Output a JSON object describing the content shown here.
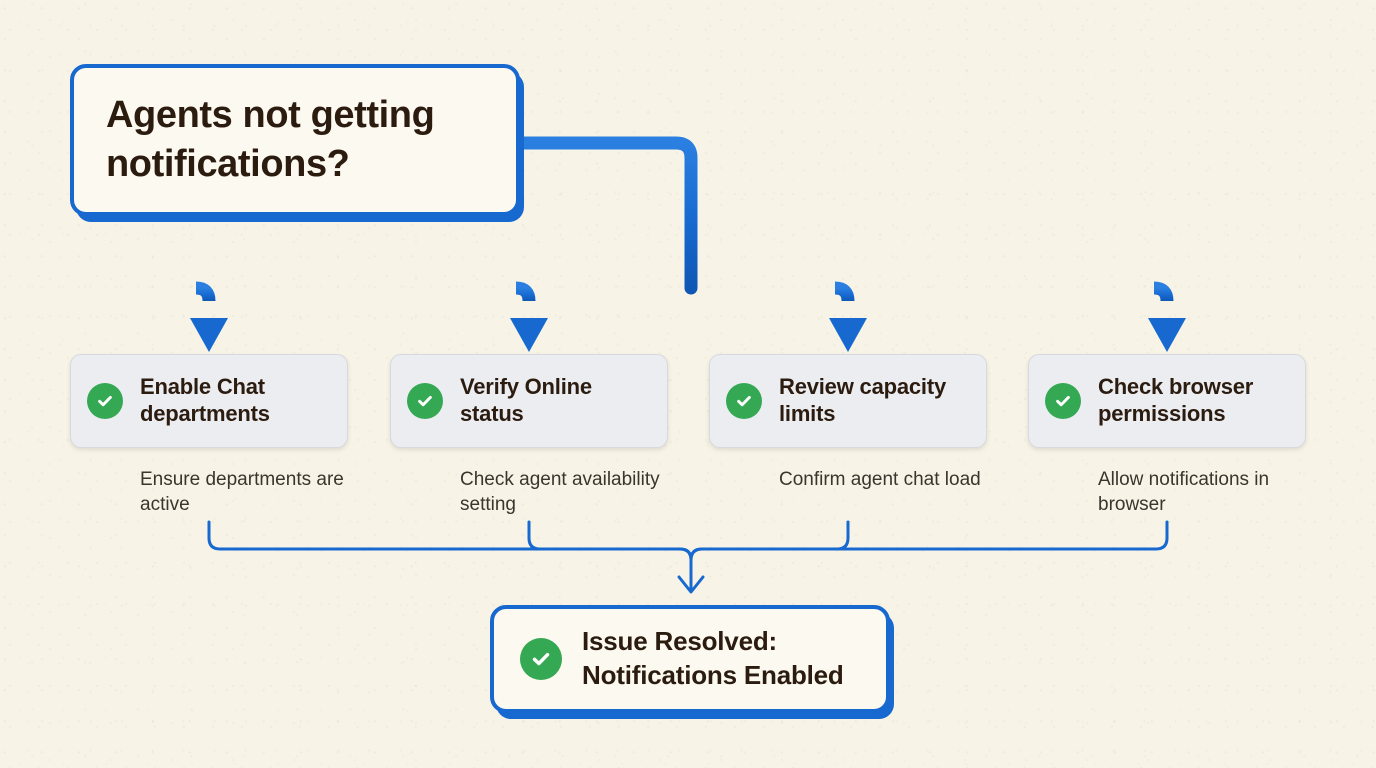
{
  "diagram": {
    "type": "flowchart",
    "title": "Agents not getting notifications?",
    "background_color": "#f7f4e7",
    "accent_color": "#1769d0",
    "success_color": "#34a853",
    "text_color": "#2c1c10",
    "caption_color": "#3b352e",
    "card_color": "#ecedf1"
  },
  "root": {
    "label": "Agents not getting notifications?",
    "icon": "none"
  },
  "steps": [
    {
      "title": "Enable Chat departments",
      "caption": "Ensure departments are active",
      "icon": "check-circle-icon"
    },
    {
      "title": "Verify Online status",
      "caption": "Check agent availability setting",
      "icon": "check-circle-icon"
    },
    {
      "title": "Review capacity limits",
      "caption": "Confirm agent chat load",
      "icon": "check-circle-icon"
    },
    {
      "title": "Check browser permissions",
      "caption": "Allow notifications in browser",
      "icon": "check-circle-icon"
    }
  ],
  "final": {
    "label": "Issue Resolved: Notifications Enabled",
    "icon": "check-circle-icon"
  }
}
